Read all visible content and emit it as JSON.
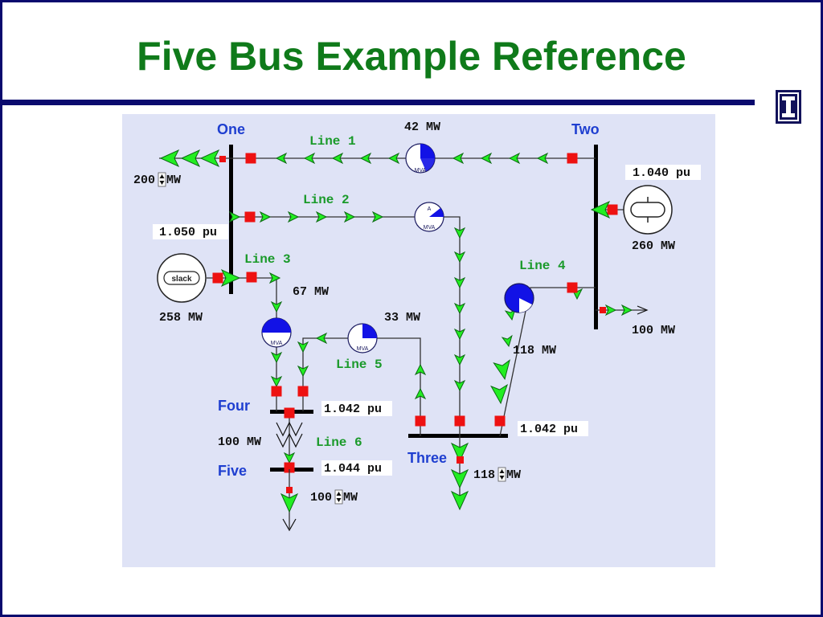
{
  "title": "Five Bus Example Reference",
  "colors": {
    "frame": "#0a0a6e",
    "title": "#0f7a1a",
    "panel": "#dfe3f6",
    "bus_label": "#1f3fd0",
    "line_label": "#1a9a2a",
    "arrow_fill": "#22ee22",
    "breaker": "#ee1111",
    "meter_fill": "#1212e6"
  },
  "icons": {
    "logo": "illinois-block-i-icon"
  },
  "buses": {
    "one": "One",
    "two": "Two",
    "three": "Three",
    "four": "Four",
    "five": "Five"
  },
  "lines": {
    "line1": "Line 1",
    "line2": "Line 2",
    "line3": "Line 3",
    "line4": "Line 4",
    "line5": "Line 5",
    "line6": "Line 6"
  },
  "voltages": {
    "one": "1.050 pu",
    "two": "1.040 pu",
    "three": "1.042 pu",
    "four": "1.042 pu",
    "five": "1.044 pu"
  },
  "flows": {
    "line1": "42 MW",
    "line3": "67 MW",
    "line5": "33 MW",
    "line4": "118 MW",
    "line6": "100 MW"
  },
  "generators": {
    "slack": "slack",
    "gen_one": "258 MW",
    "gen_two": "260 MW"
  },
  "loads": {
    "one": {
      "value": "200",
      "unit": "MW"
    },
    "two": "100 MW",
    "three": {
      "value": "118",
      "unit": "MW"
    },
    "five": {
      "value": "100",
      "unit": "MW"
    }
  },
  "meter_unit": "MVA",
  "meter_flag": "A"
}
